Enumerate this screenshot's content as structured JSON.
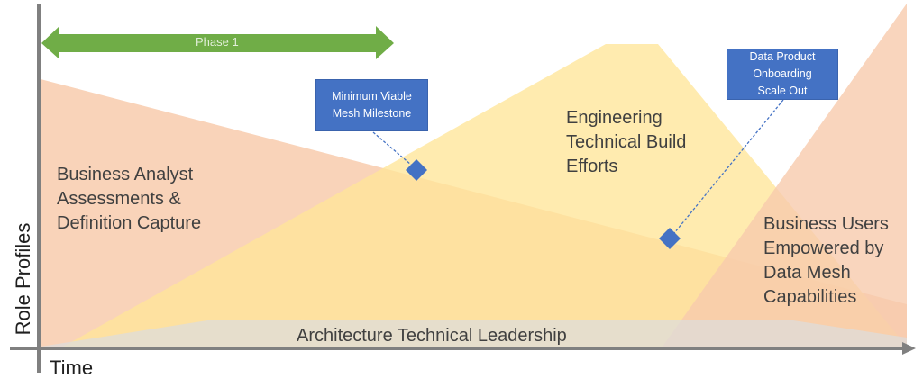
{
  "diagram": {
    "x_axis_label": "Time",
    "y_axis_label": "Role Profiles",
    "phase_arrow": {
      "label": "Phase 1",
      "color": "#70ad47"
    },
    "regions": [
      {
        "id": "business-analyst",
        "lines": [
          "Business Analyst",
          "Assessments &",
          "Definition Capture"
        ],
        "color": "#f8cbad"
      },
      {
        "id": "engineering",
        "lines": [
          "Engineering",
          "Technical Build",
          "Efforts"
        ],
        "color": "#ffe699"
      },
      {
        "id": "business-users",
        "lines": [
          "Business Users",
          "Empowered by",
          "Data Mesh",
          "Capabilities"
        ],
        "color": "#f8cbad"
      },
      {
        "id": "architecture",
        "lines": [
          "Architecture Technical Leadership"
        ],
        "color": "#d9d9d9"
      }
    ],
    "milestones": [
      {
        "id": "mvm",
        "lines": [
          "Minimum Viable",
          "Mesh Milestone"
        ],
        "marker_color": "#4472c4"
      },
      {
        "id": "scale-out",
        "lines": [
          "Data Product",
          "Onboarding",
          "Scale Out"
        ],
        "marker_color": "#4472c4"
      }
    ],
    "colors": {
      "axis": "#808080",
      "callout_bg": "#4472c4",
      "callout_text": "#ffffff",
      "label_text": "#404040"
    }
  }
}
